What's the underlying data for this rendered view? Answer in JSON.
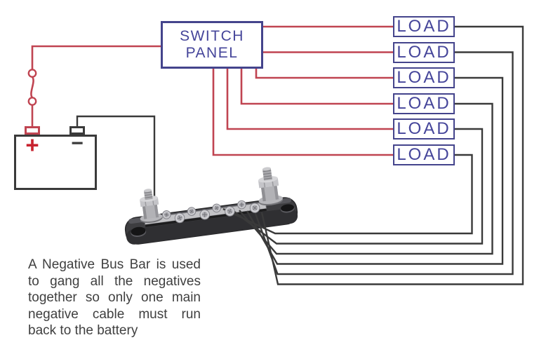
{
  "colors": {
    "background": "#ffffff",
    "positive_wire": "#c04451",
    "negative_wire": "#3a3a3a",
    "component_border": "#44448c",
    "component_text": "#45459a",
    "battery_positive": "#c8232f",
    "battery_outline": "#3a3a3a",
    "caption_text": "#3f3f3f"
  },
  "switch_panel": {
    "line1": "SWITCH",
    "line2": "PANEL"
  },
  "loads": [
    "LOAD",
    "LOAD",
    "LOAD",
    "LOAD",
    "LOAD",
    "LOAD"
  ],
  "battery": {
    "positive_label": "+",
    "negative_label": "−"
  },
  "caption": {
    "lines": [
      "A Negative Bus Bar is used",
      "to gang all the negatives",
      "together so only one main",
      "negative cable must run",
      "back to the battery"
    ]
  },
  "icons": {
    "bus_bar": "negative-bus-bar",
    "switch_symbol": "inline-fuse-switch"
  }
}
